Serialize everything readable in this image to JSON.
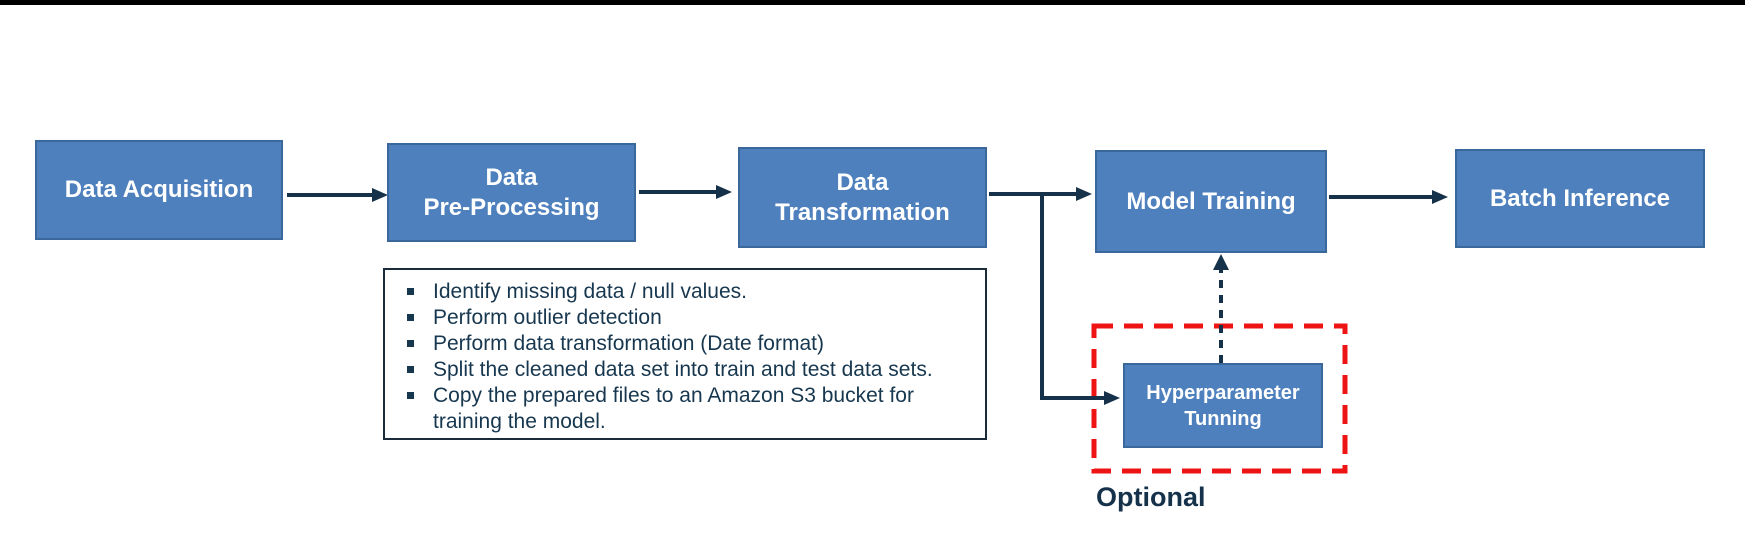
{
  "diagram": {
    "type": "flowchart",
    "nodes": [
      {
        "id": "data-acquisition",
        "label": "Data Acquisition"
      },
      {
        "id": "data-preprocessing",
        "label": "Data\nPre-Processing"
      },
      {
        "id": "data-transformation",
        "label": "Data\nTransformation"
      },
      {
        "id": "model-training",
        "label": "Model Training"
      },
      {
        "id": "batch-inference",
        "label": "Batch Inference"
      },
      {
        "id": "hyperparameter-tunning",
        "label": "Hyperparameter\nTunning"
      }
    ],
    "edges": [
      {
        "from": "data-acquisition",
        "to": "data-preprocessing",
        "style": "solid"
      },
      {
        "from": "data-preprocessing",
        "to": "data-transformation",
        "style": "solid"
      },
      {
        "from": "data-transformation",
        "to": "model-training",
        "style": "solid"
      },
      {
        "from": "data-transformation",
        "to": "hyperparameter-tunning",
        "style": "solid-elbow"
      },
      {
        "from": "model-training",
        "to": "batch-inference",
        "style": "solid"
      },
      {
        "from": "hyperparameter-tunning",
        "to": "model-training",
        "style": "dashed"
      }
    ],
    "notes": {
      "items": [
        "Identify missing data / null values.",
        "Perform outlier detection",
        "Perform data transformation (Date format)",
        "Split the cleaned data set into train and test data sets.",
        "Copy the prepared files to an Amazon S3 bucket for training the model."
      ]
    },
    "optional_label": "Optional",
    "colors": {
      "node_fill": "#4E80BD",
      "node_border": "#3A689B",
      "arrow": "#16324A",
      "optional_box_red": "#EE1414",
      "dark_text": "#17374F",
      "top_bar": "#000000"
    }
  }
}
